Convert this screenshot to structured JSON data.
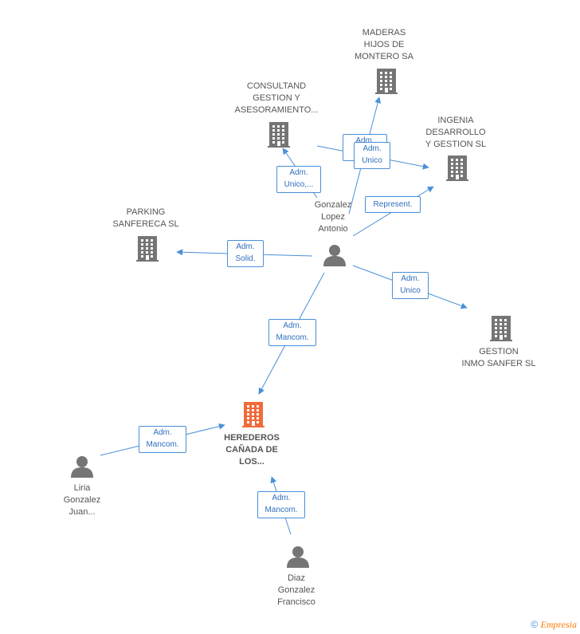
{
  "colors": {
    "edge": "#4a8fd8",
    "building": "#757575",
    "building_main": "#f06a3a",
    "person": "#757575"
  },
  "nodes": {
    "maderas": {
      "label": "MADERAS\nHIJOS DE\nMONTERO SA",
      "icon": "building-icon"
    },
    "consultand": {
      "label": "CONSULTAND\nGESTION Y\nASESORAMIENTO...",
      "icon": "building-icon"
    },
    "ingenia": {
      "label": "INGENIA\nDESARROLLO\nY GESTION SL",
      "icon": "building-icon"
    },
    "parking": {
      "label": "PARKING\nSANFERECA SL",
      "icon": "building-icon"
    },
    "gonzalez": {
      "label": "Gonzalez\nLopez\nAntonio",
      "icon": "person-icon"
    },
    "gestion": {
      "label": "GESTION\nINMO SANFER SL",
      "icon": "building-icon"
    },
    "herederos": {
      "label": "HEREDEROS\nCAÑADA DE\nLOS...",
      "icon": "building-icon"
    },
    "liria": {
      "label": "Liria\nGonzalez\nJuan...",
      "icon": "person-icon"
    },
    "diaz": {
      "label": "Diaz\nGonzalez\nFrancisco",
      "icon": "person-icon"
    }
  },
  "edges": [
    {
      "label": "Adm.\nUnico",
      "from": "gonzalez",
      "to": "maderas"
    },
    {
      "label": "Adm.\nUnico,...",
      "from": "gonzalez",
      "to": "consultand"
    },
    {
      "label": "Adm.\nUnico",
      "from": "consultand",
      "to": "ingenia"
    },
    {
      "label": "Represent.",
      "from": "gonzalez",
      "to": "ingenia"
    },
    {
      "label": "Adm.\nSolid.",
      "from": "gonzalez",
      "to": "parking"
    },
    {
      "label": "Adm.\nUnico",
      "from": "gonzalez",
      "to": "gestion"
    },
    {
      "label": "Adm.\nMancom.",
      "from": "gonzalez",
      "to": "herederos"
    },
    {
      "label": "Adm.\nMancom.",
      "from": "liria",
      "to": "herederos"
    },
    {
      "label": "Adm.\nMancom.",
      "from": "diaz",
      "to": "herederos"
    }
  ],
  "footer": {
    "copyright": "©",
    "brand": "Empresia"
  }
}
